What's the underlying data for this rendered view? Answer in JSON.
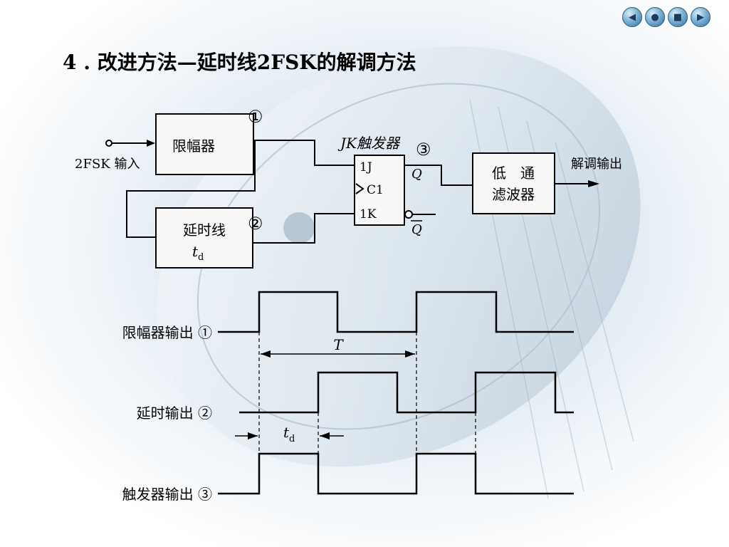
{
  "title": "4 . 改进方法—延时线2FSK的解调方法",
  "nav_buttons": [
    {
      "name": "prev-button",
      "glyph": "◀"
    },
    {
      "name": "home-button",
      "glyph": "●"
    },
    {
      "name": "save-button",
      "glyph": "■"
    },
    {
      "name": "next-button",
      "glyph": "▶"
    }
  ],
  "block_diagram": {
    "input_label": "2FSK 输入",
    "limiter": "限幅器",
    "delay_line": "延时线",
    "delay_td_main": "t",
    "delay_td_sub": "d",
    "jk_title": "JK触发器",
    "pin_1j": "1J",
    "pin_c1": "C1",
    "pin_1k": "1K",
    "out_q": "Q",
    "out_qbar": "Q",
    "lpf_line1": "低　通",
    "lpf_line2": "滤波器",
    "output_label": "解调输出",
    "node1": "①",
    "node2": "②",
    "node3": "③"
  },
  "waveforms": {
    "label1": "限幅器输出 ①",
    "label2": "延时输出 ②",
    "label3": "触发器输出 ③",
    "period_label": "T",
    "td_main": "t",
    "td_sub": "d"
  },
  "colors": {
    "line": "#000000",
    "accent": "#2f6f9e"
  }
}
